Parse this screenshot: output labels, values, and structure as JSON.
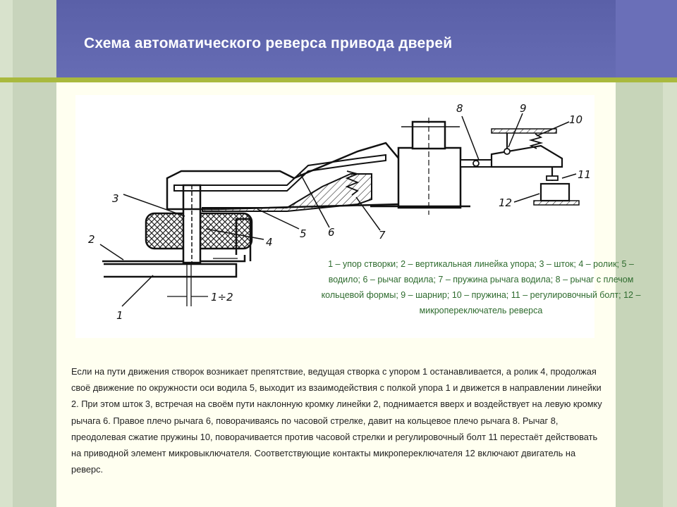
{
  "slide": {
    "title": "Схема автоматического реверса привода дверей",
    "caption": "1 – упор створки; 2 – вертикальная линейка упора; 3 – шток; 4 – ролик; 5 – водило; 6 – рычаг водила; 7 – пружина рычага водила; 8 – рычаг с плечом кольцевой формы; 9 – шарнир; 10 – пружина; 11 – регулировочный болт; 12 – микропереключатель реверса",
    "paragraph": "Если на пути движения створок возникает препятствие, ведущая створка с упором 1 останавливается, а ролик 4, продолжая своё движение по окружности оси водила 5, выходит из взаимодействия с полкой упора 1 и движется в направлении линейки 2. При этом шток 3, встречая на своём пути наклонную кромку линейки 2, поднимается вверх и воздействует на левую кромку рычага 6. Правое плечо рычага 6, поворачиваясь по часовой стрелке, давит на кольцевое плечо рычага 8. Рычаг 8, преодолевая сжатие пружины 10, поворачивается против часовой стрелки и регулировочный болт 11 перестаёт действовать на приводной элемент микровыключателя. Соответствующие контакты микропереключателя 12 включают двигатель на реверс."
  },
  "diagram": {
    "labels": {
      "n1": "1",
      "n2": "2",
      "n3": "3",
      "n4": "4",
      "n5": "5",
      "n6": "6",
      "n7": "7",
      "n8": "8",
      "n9": "9",
      "n10": "10",
      "n11": "11",
      "n12": "12",
      "gap": "1÷2"
    }
  },
  "colors": {
    "header": "#5f65ae",
    "accent_bar": "#a9b93e",
    "caption_text": "#2e6b2e"
  }
}
